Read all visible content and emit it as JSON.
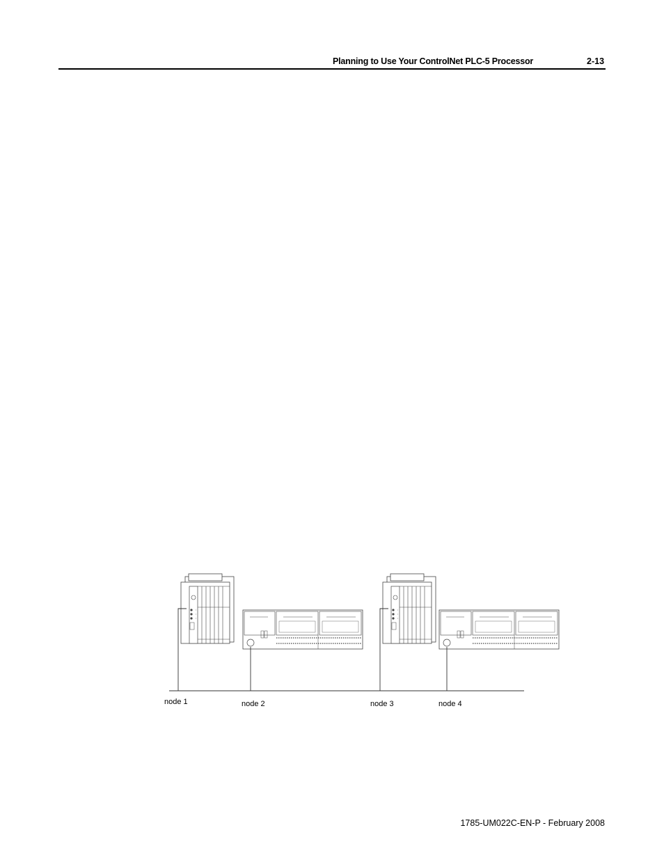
{
  "header": {
    "title": "Planning to Use Your ControlNet PLC-5 Processor",
    "page_number": "2-13"
  },
  "figure": {
    "nodes": [
      {
        "label": "node 1",
        "device": "PLC-5 chassis"
      },
      {
        "label": "node 2",
        "device": "operator terminal"
      },
      {
        "label": "node 3",
        "device": "PLC-5 chassis"
      },
      {
        "label": "node 4",
        "device": "operator terminal"
      }
    ]
  },
  "footer": {
    "publication": "1785-UM022C-EN-P - February 2008"
  }
}
